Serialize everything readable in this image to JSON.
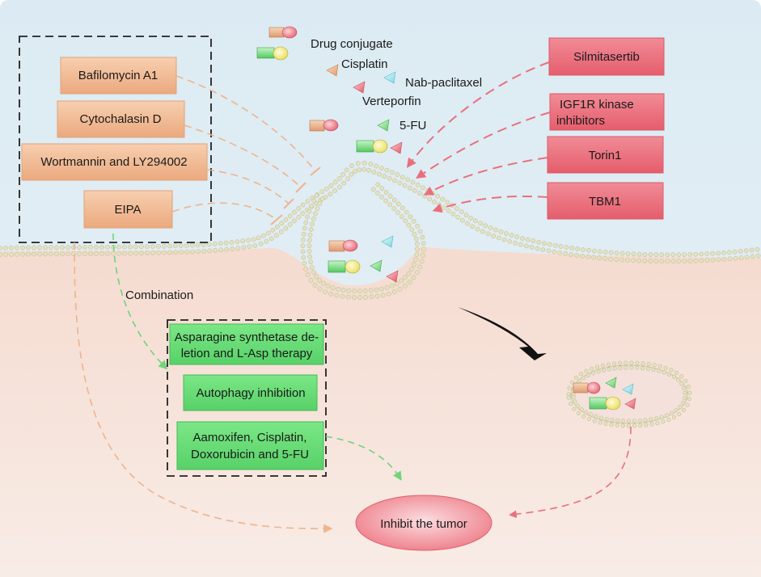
{
  "macropinocytosis_inhibitors": [
    {
      "label": "Bafilomycin A1"
    },
    {
      "label": "Cytochalasin D"
    },
    {
      "label": "Wortmannin and LY294002"
    },
    {
      "label": "EIPA"
    }
  ],
  "macropinocytosis_inducers": [
    {
      "lines": [
        "Silmitasertib"
      ]
    },
    {
      "lines": [
        "IGF1R kinase",
        "inhibitors"
      ]
    },
    {
      "lines": [
        "Torin1"
      ]
    },
    {
      "lines": [
        "TBM1"
      ]
    }
  ],
  "cargo_labels": {
    "drug_conjugate": "Drug conjugate",
    "cisplatin": "Cisplatin",
    "nab_paclitaxel": "Nab-paclitaxel",
    "verteporfin": "Verteporfin",
    "fu5": "5-FU"
  },
  "combination": {
    "label": "Combination",
    "therapies": [
      {
        "lines": [
          "Asparagine synthetase de-",
          "letion and L-Asp therapy"
        ]
      },
      {
        "lines": [
          "Autophagy inhibition"
        ]
      },
      {
        "lines": [
          "Aamoxifen, Cisplatin,",
          "Doxorubicin and 5-FU"
        ]
      }
    ]
  },
  "outcome": {
    "label": "Inhibit the tumor"
  },
  "colors": {
    "extracellular": "#e3eff5",
    "cytoplasm": "#f6e0d6",
    "inhibitor_box": "#f2bd97",
    "inducer_box": "#eb6f7c",
    "therapy_box": "#6fdc7b",
    "outcome": "#eb6f7c",
    "orange_arrow": "#eeb48c",
    "red_arrow": "#e8707c",
    "green_arrow": "#71d37b",
    "lipid_head": "#e4e2c0"
  }
}
